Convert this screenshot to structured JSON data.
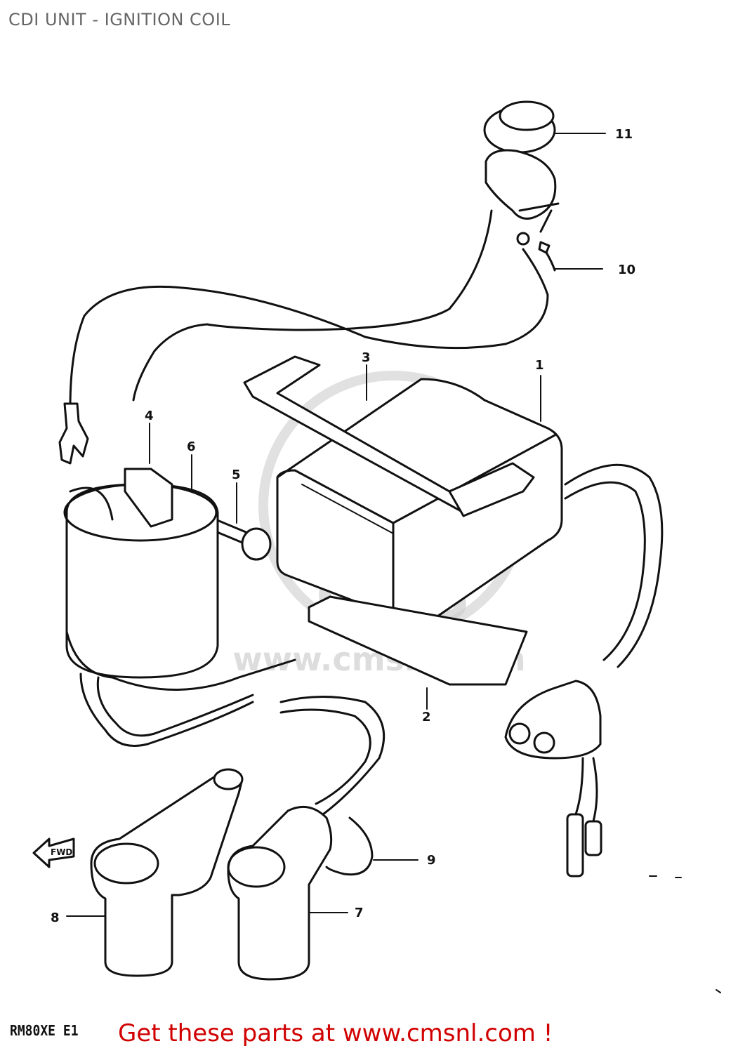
{
  "title": "CDI UNIT - IGNITION COIL",
  "model_code": "RM80XE E1",
  "cta": "Get these parts at www.cmsnl.com !",
  "watermark": {
    "logo": "CMS",
    "url": "www.cmsnl.com"
  },
  "arrow_label": "FWD",
  "callouts": [
    "1",
    "2",
    "3",
    "4",
    "5",
    "6",
    "7",
    "8",
    "9",
    "10",
    "11"
  ],
  "colors": {
    "cta": "#d10000",
    "title": "#666666",
    "line": "#111111"
  }
}
